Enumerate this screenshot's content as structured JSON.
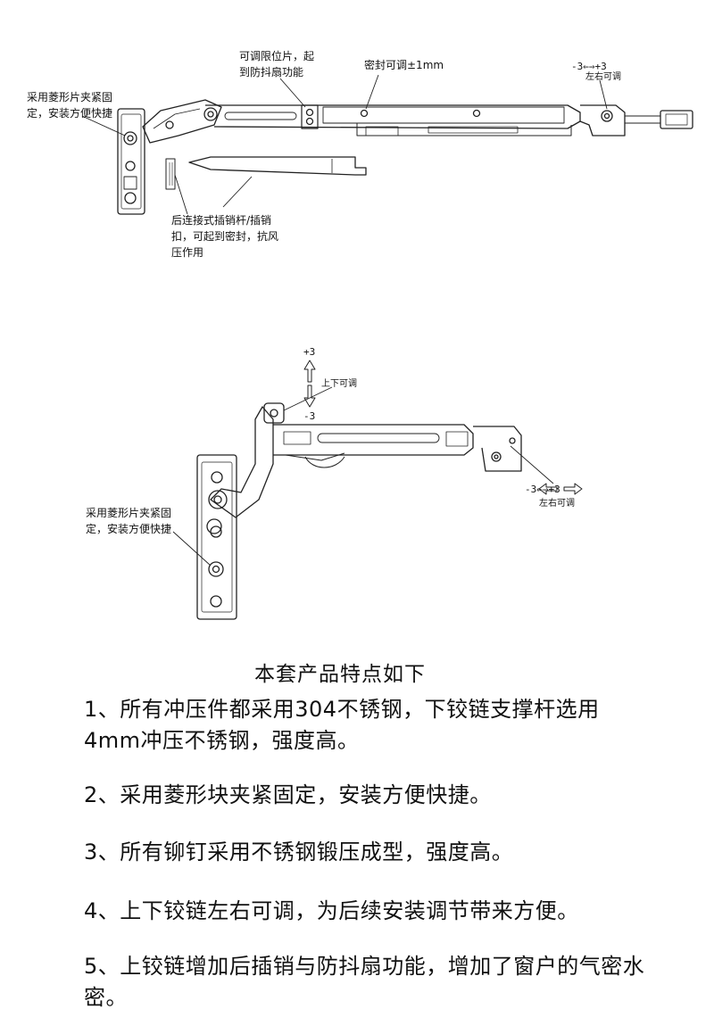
{
  "top_diagram": {
    "label_diamond_clamp": [
      "采用菱形片夹紧固",
      "定，安装方便快捷"
    ],
    "label_limit_piece": [
      "可调限位片，起",
      "到防抖扇功能"
    ],
    "label_seal_adjust": "密封可调±1mm",
    "label_lr_scale": "-3⇐⇒+3",
    "label_lr_adjust": "左右可调",
    "label_rear_pin": [
      "后连接式插销杆/插销",
      "扣，可起到密封，抗风",
      "压作用"
    ]
  },
  "bottom_diagram": {
    "label_plus": "+3",
    "label_minus": "-3",
    "label_ud_adjust": "上下可调",
    "label_diamond_clamp": [
      "采用菱形片夹紧固",
      "定，安装方便快捷"
    ],
    "label_lr_scale": "-3⇐⇒+3",
    "label_lr_adjust": "左右可调"
  },
  "features": {
    "title": "本套产品特点如下",
    "items": [
      "1、所有冲压件都采用304不锈钢，下铰链支撑杆选用4mm冲压不锈钢，强度高。",
      "2、采用菱形块夹紧固定，安装方便快捷。",
      "3、所有铆钉采用不锈钢锻压成型，强度高。",
      "4、上下铰链左右可调，为后续安装调节带来方便。",
      "5、上铰链增加后插销与防抖扇功能，增加了窗户的气密水密。"
    ]
  }
}
